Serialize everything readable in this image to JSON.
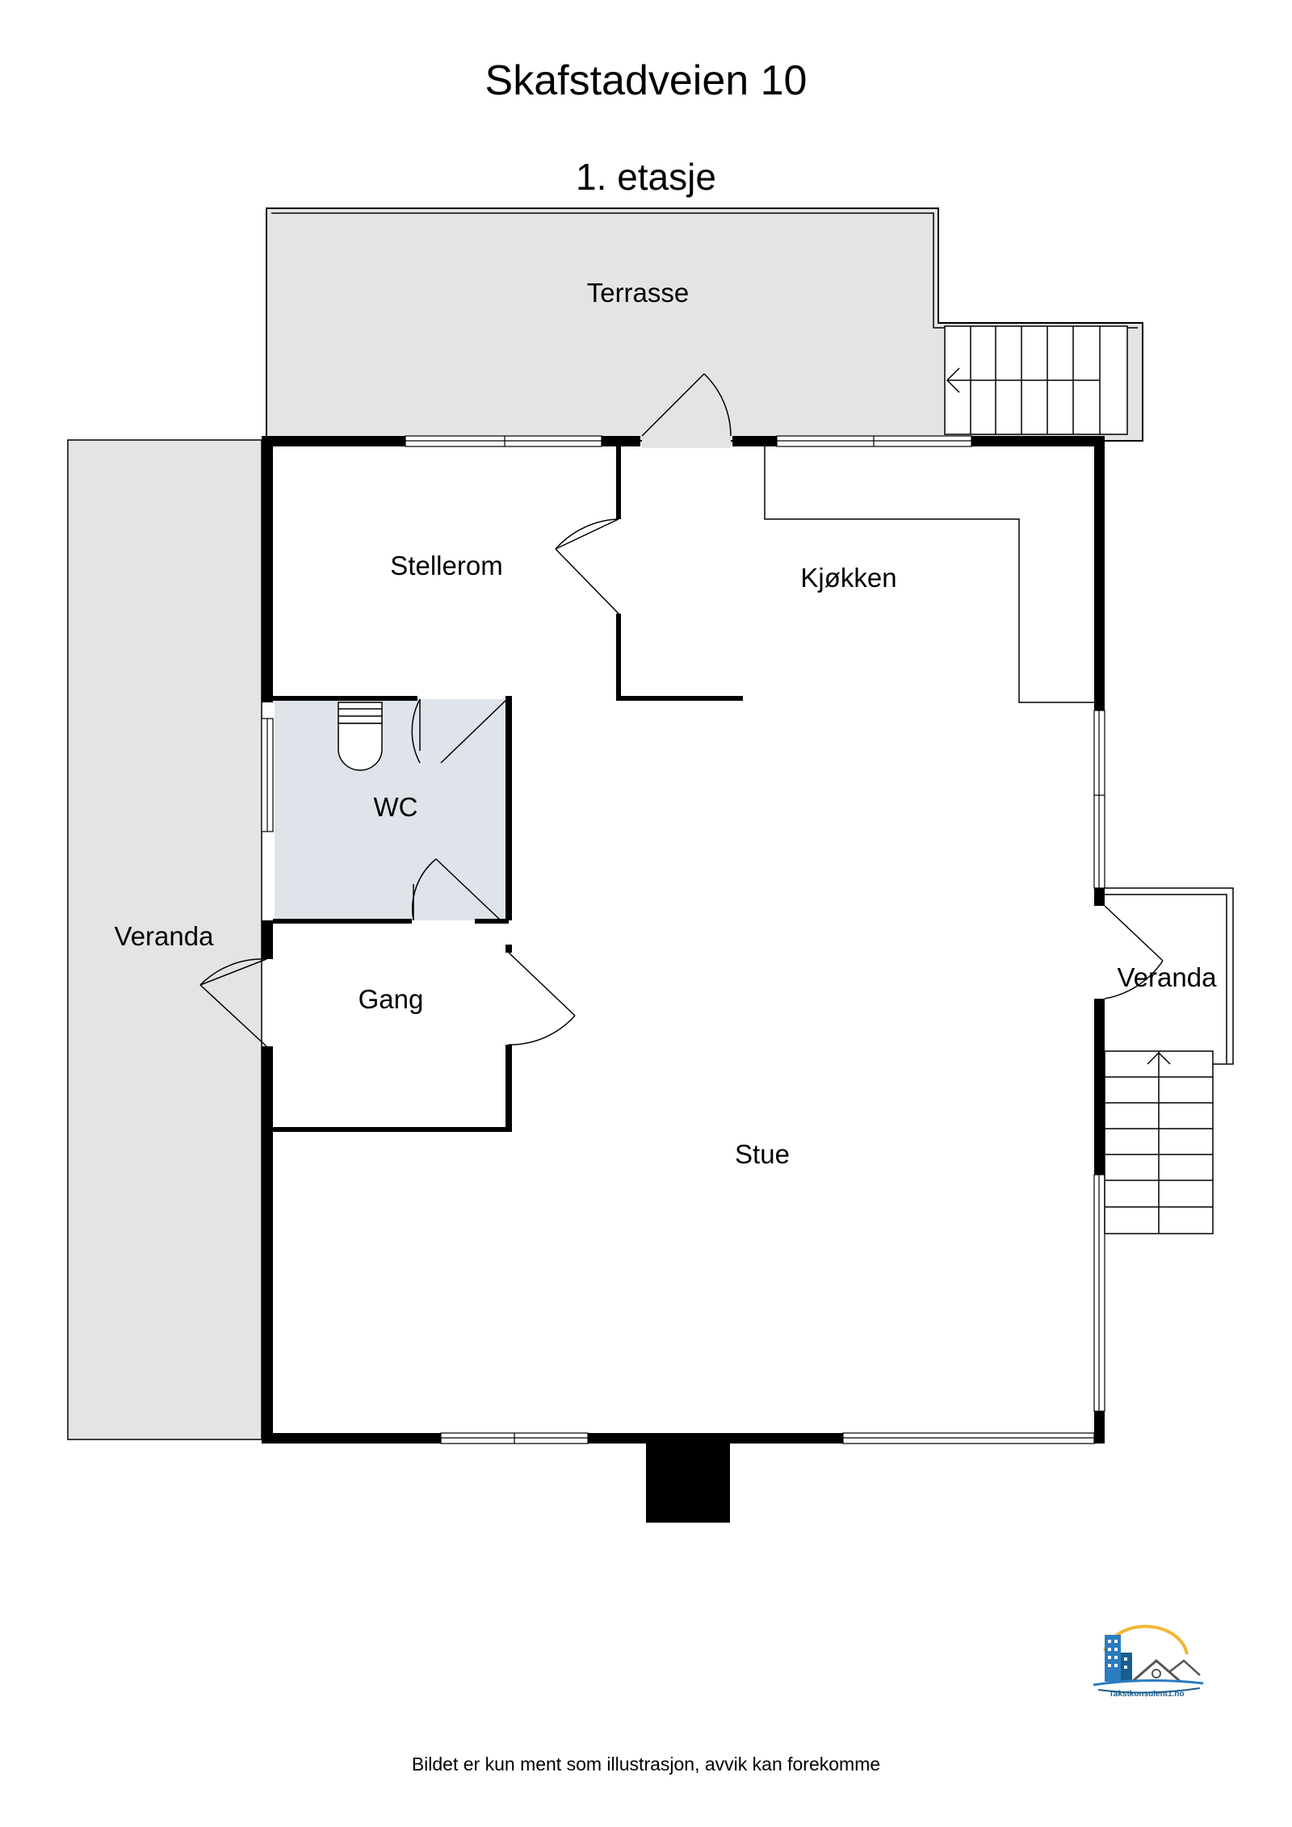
{
  "header": {
    "title": "Skafstadveien 10",
    "floor": "1. etasje"
  },
  "rooms": {
    "terrasse": "Terrasse",
    "stellerom": "Stellerom",
    "kjokken": "Kjøkken",
    "wc": "WC",
    "veranda_left": "Veranda",
    "gang": "Gang",
    "veranda_right": "Veranda",
    "stue": "Stue"
  },
  "footer": {
    "disclaimer": "Bildet er kun ment som illustrasjon, avvik kan forekomme"
  },
  "logo": {
    "text": "Takstkonsulent1.no"
  },
  "colors": {
    "terrace_fill": "#e4e4e4",
    "wc_fill": "#dfe3ea",
    "wall": "#000000",
    "logo_blue": "#2b7bbf",
    "logo_gold": "#f2b632"
  }
}
